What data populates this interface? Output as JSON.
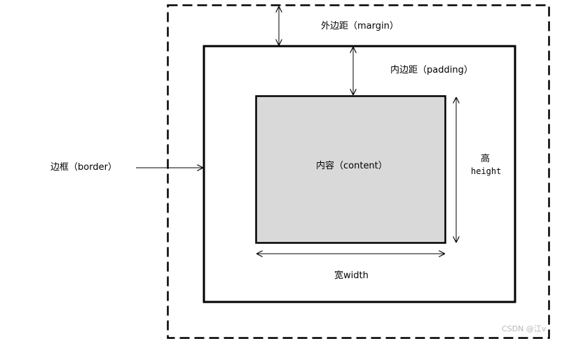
{
  "labels": {
    "margin": "外边距（margin）",
    "padding": "内边距（padding）",
    "border": "边框（border）",
    "content": "内容（content）",
    "height_cn": "高",
    "height_en": "height",
    "width": "宽width"
  },
  "watermark": "CSDN @江v",
  "colors": {
    "content_fill": "#d9d9d9",
    "line": "#000000",
    "watermark": "#b8b8b8"
  }
}
